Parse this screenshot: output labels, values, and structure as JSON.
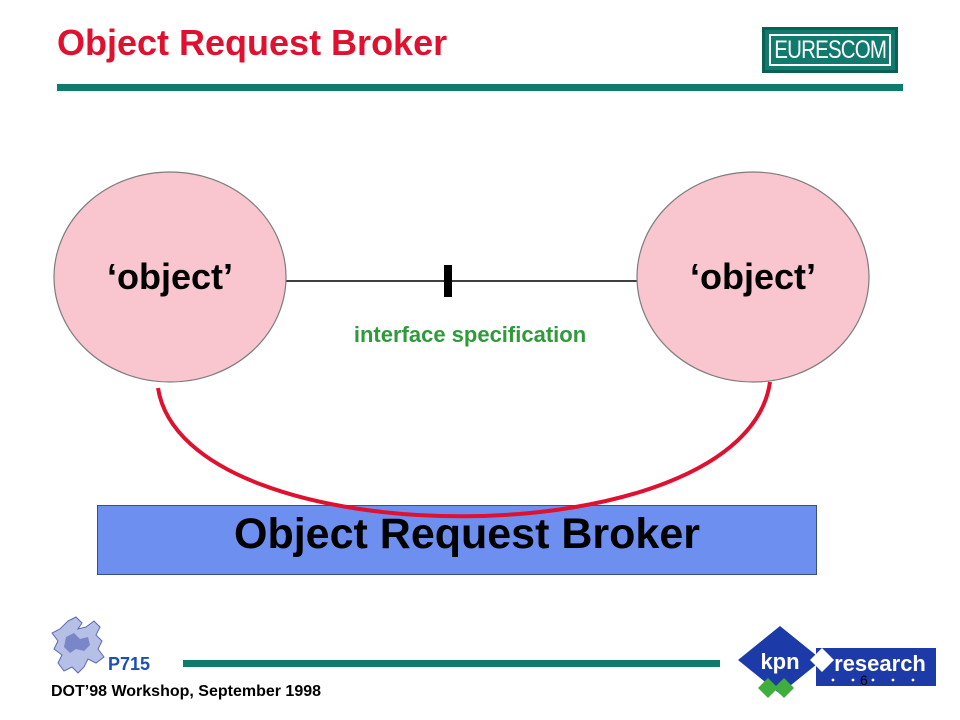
{
  "slide": {
    "title": "Object Request Broker",
    "logo_text": "EURESCOM"
  },
  "diagram": {
    "left_object": "‘object’",
    "right_object": "‘object’",
    "interface_label": "interface specification",
    "broker_label": "Object Request Broker"
  },
  "footer": {
    "project_code": "P715",
    "event": "DOT’98 Workshop, September 1998",
    "brand_left": "kpn",
    "brand_right": "research",
    "slide_number": "6"
  },
  "colors": {
    "title": "#e0102f",
    "rule": "#0f7a6d",
    "object_fill": "#f9c5cf",
    "arc": "#e0102f",
    "broker_fill": "#6c8ff0",
    "interface_text": "#2e9a3a",
    "brand_blue": "#1c3aa8",
    "brand_green": "#3fae3b"
  }
}
